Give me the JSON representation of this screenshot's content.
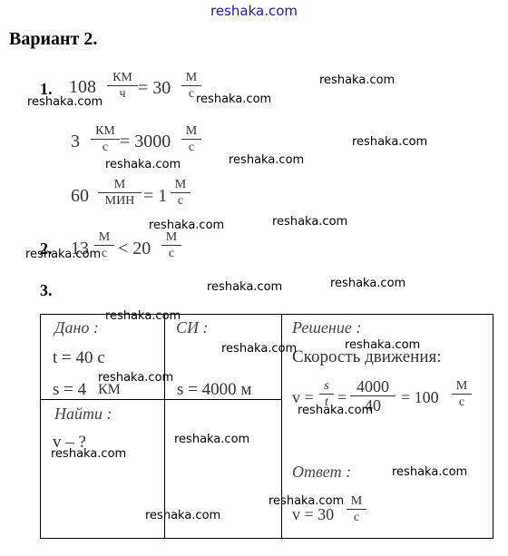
{
  "watermark": "reshaka.com",
  "title": "Вариант 2.",
  "problems": {
    "p1": {
      "label": "1.",
      "row1": {
        "lhs_num": "108",
        "lhs_unit_top": "КМ",
        "lhs_unit_bottom": "ч",
        "eq": "= 30",
        "rhs_unit_top": "М",
        "rhs_unit_bottom": "с"
      },
      "row2": {
        "lhs_num": "3",
        "lhs_unit_top": "КМ",
        "lhs_unit_bottom": "с",
        "eq": "= 3000",
        "rhs_unit_top": "М",
        "rhs_unit_bottom": "с"
      },
      "row3": {
        "lhs_num": "60",
        "lhs_unit_top": "М",
        "lhs_unit_bottom": "МИН",
        "eq": "= 1",
        "rhs_unit_top": "М",
        "rhs_unit_bottom": "с"
      }
    },
    "p2": {
      "label": "2.",
      "lhs_num": "13",
      "unit_top": "М",
      "unit_bottom": "с",
      "cmp": "< 20",
      "rhs_unit_top": "М",
      "rhs_unit_bottom": "с"
    },
    "p3": {
      "label": "3."
    }
  },
  "table": {
    "given_head": "Дано :",
    "si_head": "СИ :",
    "solution_head": "Решение :",
    "given_t": "t = 40 с",
    "given_s_left": "s = 4",
    "given_s_unit": "КМ",
    "si_value": "s = 4000 м",
    "find_head": "Найти :",
    "find_value": "v – ?",
    "speed_label": "Скорость движения:",
    "formula": {
      "v": "v =",
      "s_num": "s",
      "t_den": "t",
      "eq1": "=",
      "num": "4000",
      "den": "40",
      "eq2": "= 100",
      "unit_top": "М",
      "unit_bottom": "с"
    },
    "answer_head": "Ответ :",
    "answer_value": "v = 30",
    "answer_unit_top": "М",
    "answer_unit_bottom": "с"
  }
}
